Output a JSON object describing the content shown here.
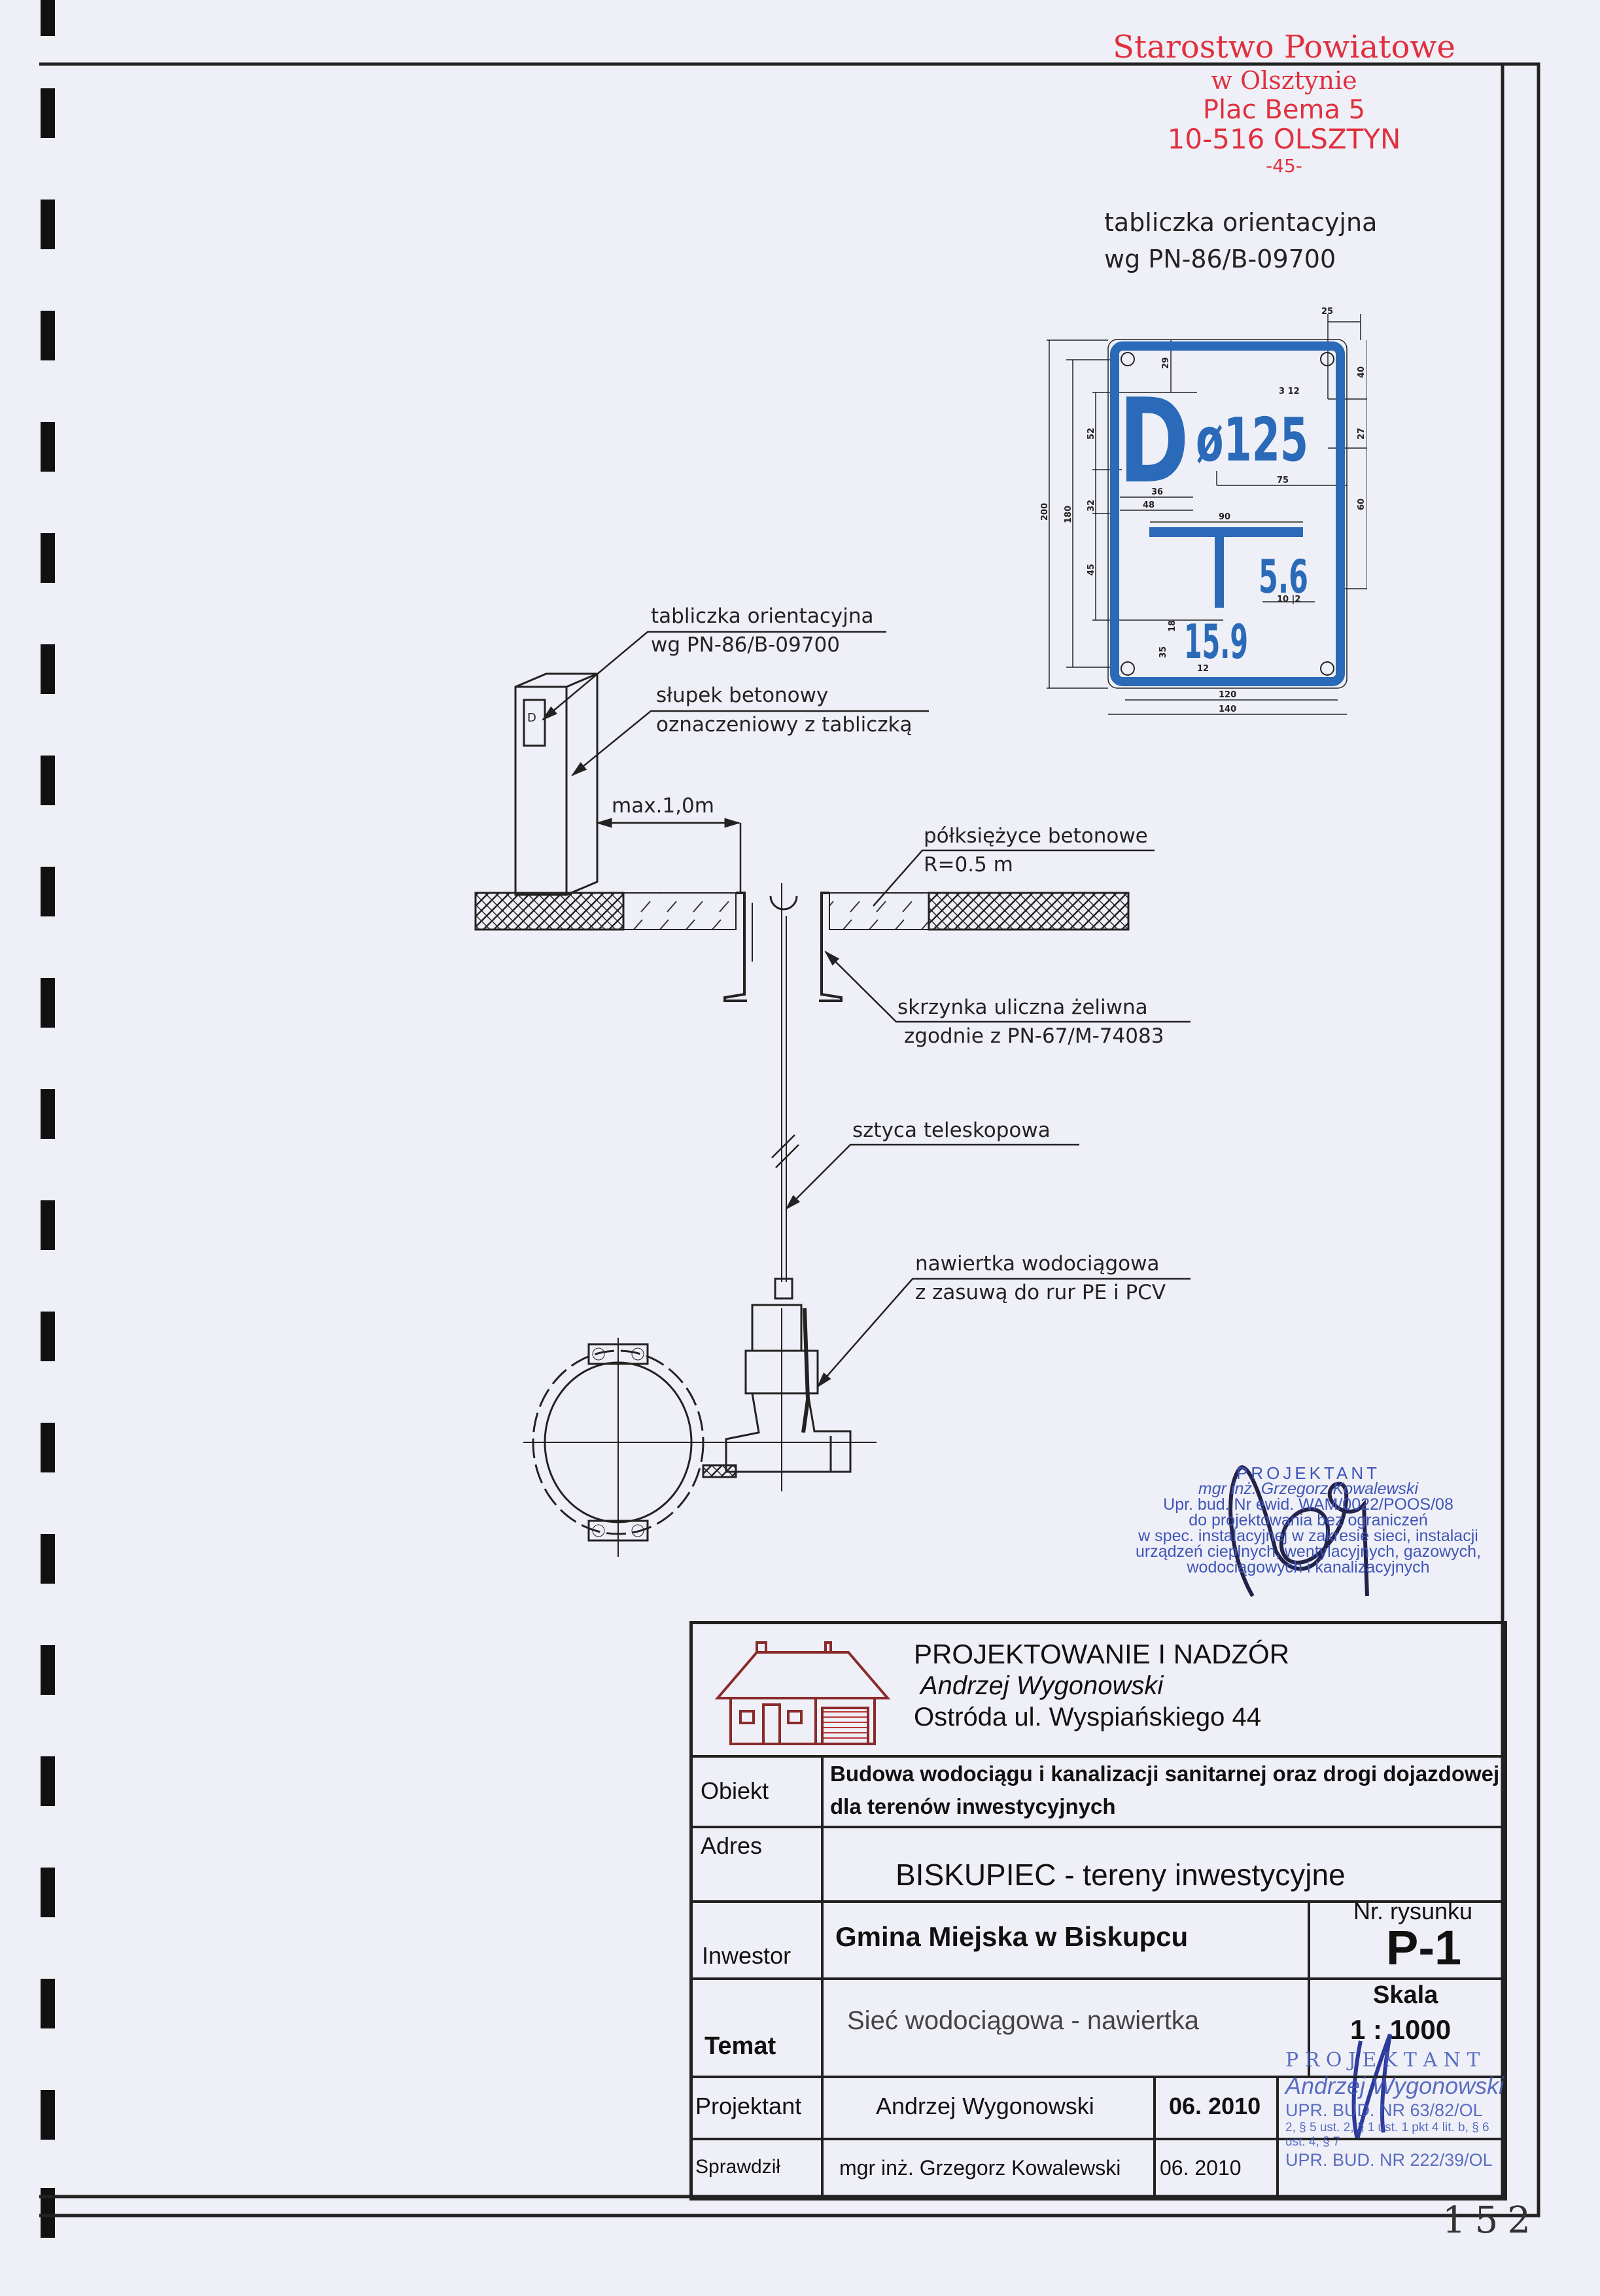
{
  "stamp_top": {
    "line1": "Starostwo Powiatowe",
    "line2": "w Olsztynie",
    "line3": "Plac Bema 5",
    "line4": "10-516 OLSZTYN",
    "line5": "-45-"
  },
  "sign_detail": {
    "title_line1": "tabliczka orientacyjna",
    "title_line2": "wg PN-86/B-09700",
    "letter_d": "D",
    "diameter": "ø125",
    "value_right": "5.6",
    "value_bottom": "15.9",
    "dims": [
      "25",
      "40",
      "3 12",
      "27",
      "75",
      "60",
      "90",
      "36",
      "48",
      "29",
      "52",
      "32",
      "45",
      "200",
      "180",
      "10 |2",
      "18",
      "35",
      "12",
      "120",
      "140"
    ]
  },
  "drawing_labels": {
    "plate_line1": "tabliczka orientacyjna",
    "plate_line2": "wg PN-86/B-09700",
    "post_line1": "słupek betonowy",
    "post_line2": "oznaczeniowy z tabliczką",
    "distance": "max.1,0m",
    "crescents_line1": "półksiężyce betonowe",
    "crescents_line2": "R=0.5 m",
    "box_line1": "skrzynka uliczna żeliwna",
    "box_line2": "zgodnie z PN-67/M-74083",
    "rod": "sztyca teleskopowa",
    "tap_line1": "nawiertka wodociągowa",
    "tap_line2": "z zasuwą do rur PE i PCV",
    "post_plate_letter": "D"
  },
  "stamp_designer": {
    "lines": [
      "PROJEKTANT",
      "mgr inż. Grzegorz Kowalewski",
      "Upr. bud. Nr ewid. WAM/0022/POOS/08",
      "do projektowania bez ograniczeń",
      "w spec. instalacyjnej w zakresie sieci, instalacji",
      "urządzeń cieplnych, wentylacyjnych, gazowych,",
      "wodociągowych i kanalizacyjnych"
    ]
  },
  "title_block": {
    "company": "PROJEKTOWANIE I NADZÓR",
    "owner": "Andrzej Wygonowski",
    "address": "Ostróda ul. Wyspiańskiego 44",
    "object_label": "Obiekt",
    "object_value": "Budowa wodociągu i kanalizacji sanitarnej oraz drogi dojazdowej dla terenów inwestycyjnych",
    "address_label": "Adres",
    "address_value": "BISKUPIEC - tereny inwestycyjne",
    "investor_label": "Inwestor",
    "investor_value": "Gmina Miejska w Biskupcu",
    "drawing_no_label": "Nr. rysunku",
    "drawing_no": "P-1",
    "topic_label": "Temat",
    "topic_value": "Sieć wodociągowa - nawiertka",
    "scale_label": "Skala",
    "scale_value": "1 : 1000",
    "designer_label": "Projektant",
    "designer_name": "Andrzej Wygonowski",
    "designer_date": "06. 2010",
    "checker_label": "Sprawdził",
    "checker_name": "mgr inż. Grzegorz Kowalewski",
    "checker_date": "06. 2010"
  },
  "stamp_owner": {
    "line1": "P R O J E K T A N T",
    "line2": "Andrzej Wygonowski",
    "line3": "UPR. BUD. NR 63/82/OL",
    "line4": "2, § 5 ust. 2, § 1 ust. 1 pkt 4 lit. b, § 6 ust. 4, § 7",
    "line5": "UPR. BUD. NR 222/39/OL"
  },
  "page_number": "152",
  "colors": {
    "paper": "#eff0f7",
    "stamp_red": "#e0303e",
    "stamp_blue": "#3f55b8",
    "sign_blue": "#2a6ab8",
    "logo_red": "#8a2a2a"
  }
}
